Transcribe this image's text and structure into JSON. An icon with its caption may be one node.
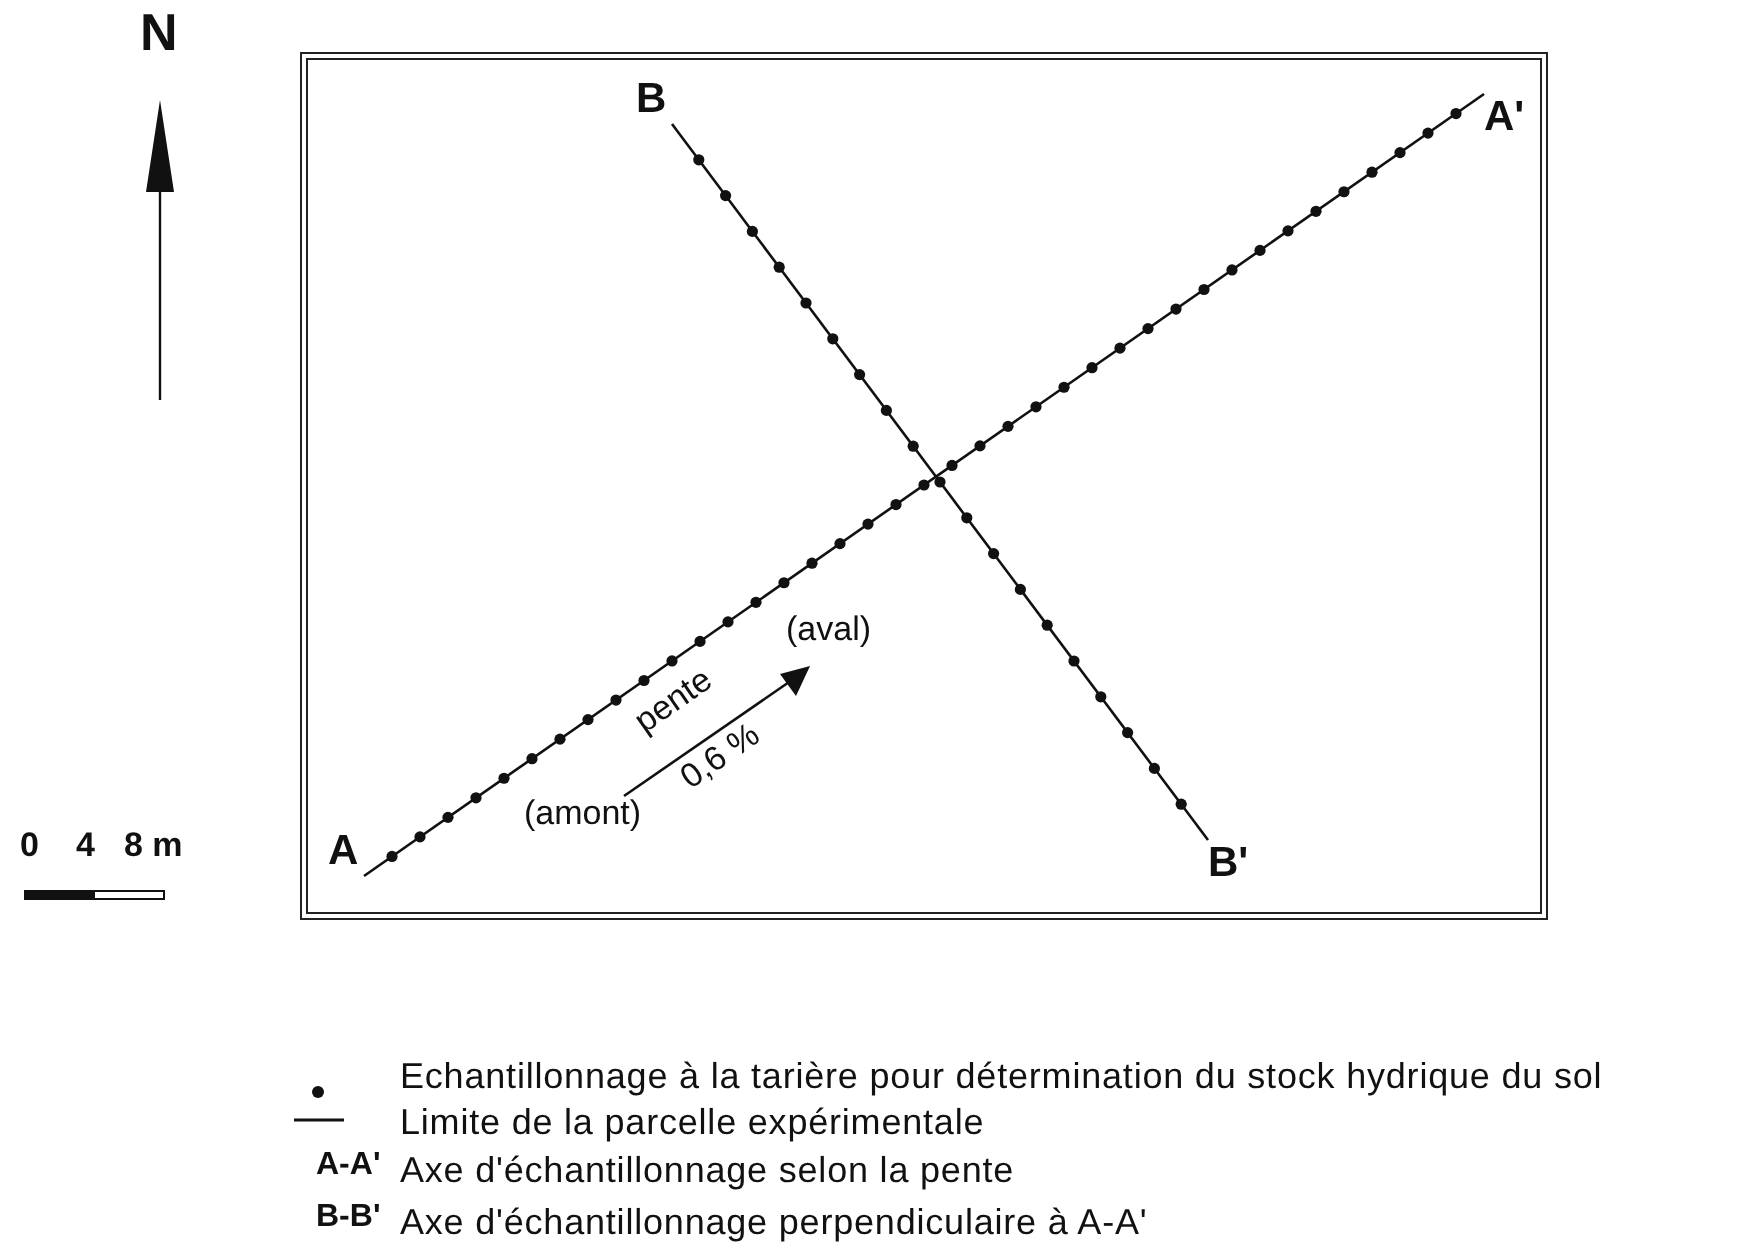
{
  "diagram": {
    "nodes": [
      {
        "text": [],
        "shape": "box"
      },
      {
        "text": [
          "A"
        ],
        "in": 0
      },
      {
        "text": [
          "A'"
        ],
        "in": 0
      },
      {
        "text": [
          "B"
        ],
        "in": 0
      },
      {
        "text": [
          "B'"
        ],
        "in": 0
      }
    ],
    "edges": [
      {
        "from": 1,
        "to": 2,
        "arrow": "none"
      },
      {
        "from": 3,
        "to": 4,
        "arrow": "none"
      }
    ],
    "labels": [
      "N",
      "0",
      "4",
      "8 m",
      "(aval)",
      "pente",
      "0,6 %",
      "(amont)",
      "A-A'",
      "B-B'"
    ],
    "legend": [
      {
        "text": "Echantillonnage à la tarière pour détermination du stock hydrique du sol"
      },
      {
        "text": "Limite de la parcelle expérimentale"
      },
      {
        "text": "Axe d'échantillonnage selon la pente"
      },
      {
        "text": "Axe d'échantillonnage perpendiculaire à A-A'"
      }
    ]
  }
}
